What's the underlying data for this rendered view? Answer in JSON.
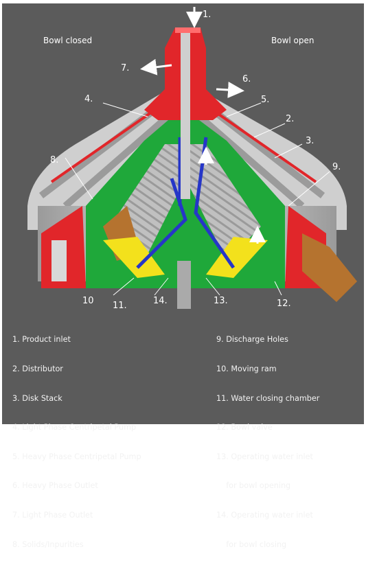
{
  "headings": {
    "left": "Bowl closed",
    "right": "Bowl open"
  },
  "callouts": [
    "1.",
    "2.",
    "3.",
    "4.",
    "5.",
    "6.",
    "7.",
    "8.",
    "9.",
    "10",
    "11.",
    "12.",
    "13.",
    "14."
  ],
  "legend": {
    "left": [
      "1. Product inlet",
      "2. Distributor",
      "3. Disk Stack",
      "4. Light Phase Centripetal Pump",
      "5. Heavy Phase Centripetal Pump",
      "6. Heavy Phase Outlet",
      "7. Light Phase Outlet",
      "8. Solids/Inpurities"
    ],
    "right": [
      "9. Discharge Holes",
      "10. Moving ram",
      "11. Water closing chamber",
      "12. Bowl valve",
      "13. Operating water inlet",
      "    for bowl opening",
      "14. Operating water inlet",
      "    for bowl closing"
    ]
  },
  "colors": {
    "background": "#5b5b5b",
    "housing": "#c8c8c8",
    "housing_shadow": "#8f8f8f",
    "chamber": "#1fa83a",
    "seal": "#e1262a",
    "liquid": "#f3e11c",
    "channel": "#2636c8",
    "solids": "#b5732f"
  },
  "icons": [
    "arrow-icon"
  ]
}
